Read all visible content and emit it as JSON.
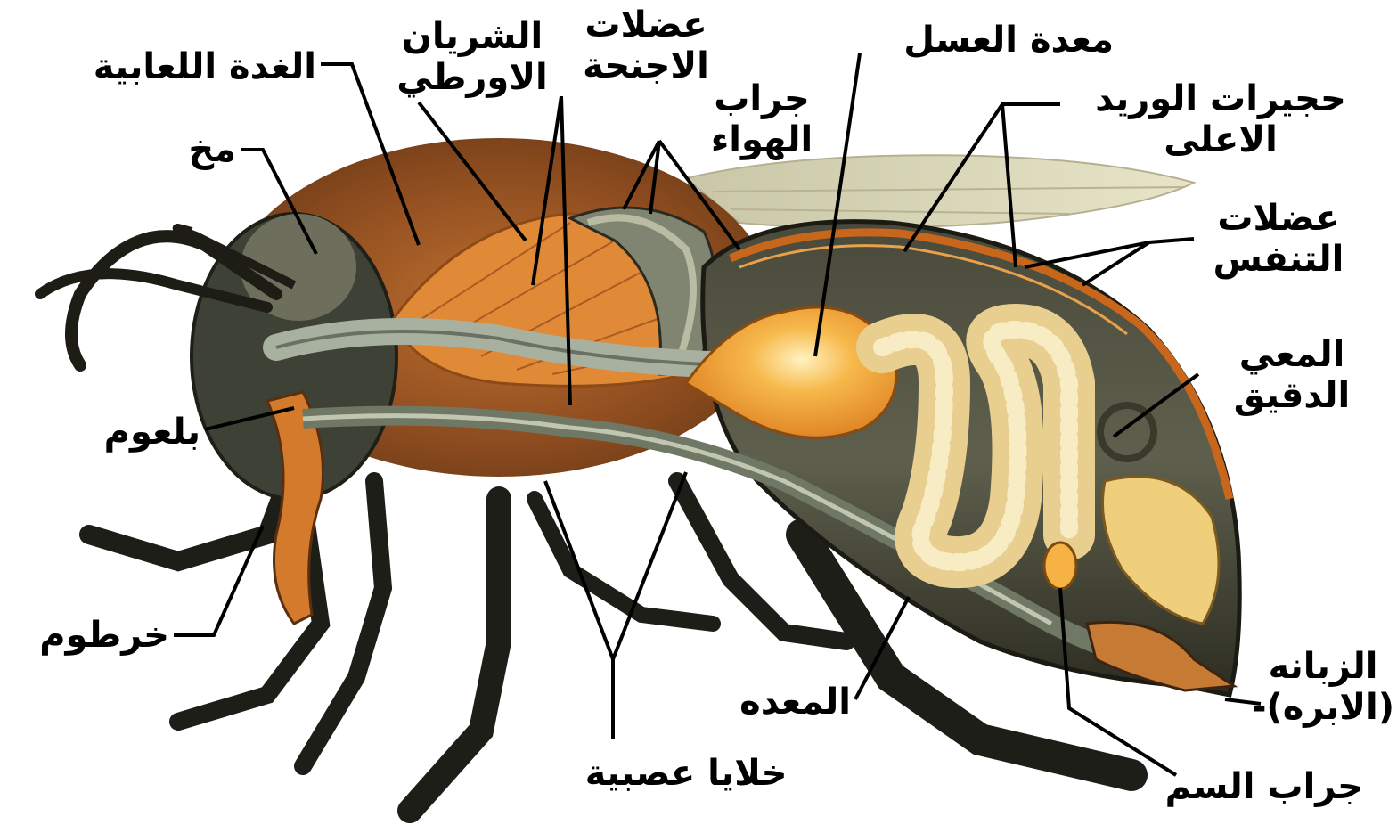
{
  "labels": {
    "salivary_gland": "الغدة اللعابية",
    "aorta": [
      "الشريان",
      "الاورطي"
    ],
    "wing_muscles": [
      "عضلات",
      "الاجنحة"
    ],
    "air_sac": [
      "جراب",
      "الهواء"
    ],
    "honey_stomach": "معدة العسل",
    "dorsal_vessel": [
      "حجيرات الوريد",
      "الاعلى"
    ],
    "breathing_muscles": [
      "عضلات",
      "التنفس"
    ],
    "small_intestine": [
      "المعي",
      "الدقيق"
    ],
    "stinger": [
      "الزبانه",
      "(الابره)-"
    ],
    "venom_sac": "جراب السم",
    "nerve_cells": "خلايا عصبية",
    "stomach": "المعده",
    "proboscis": "خرطوم",
    "pharynx": "بلعوم",
    "brain": "مخ"
  },
  "colors": {
    "fur": "#8a4a1e",
    "fur_light": "#b96c2c",
    "thorax_muscle": "#d9782a",
    "honey_stomach": "#f0a030",
    "intestine": "#f2dca0",
    "body_dark": "#2f2f25",
    "wing": "#d8d4b4",
    "leader": "#000000"
  }
}
